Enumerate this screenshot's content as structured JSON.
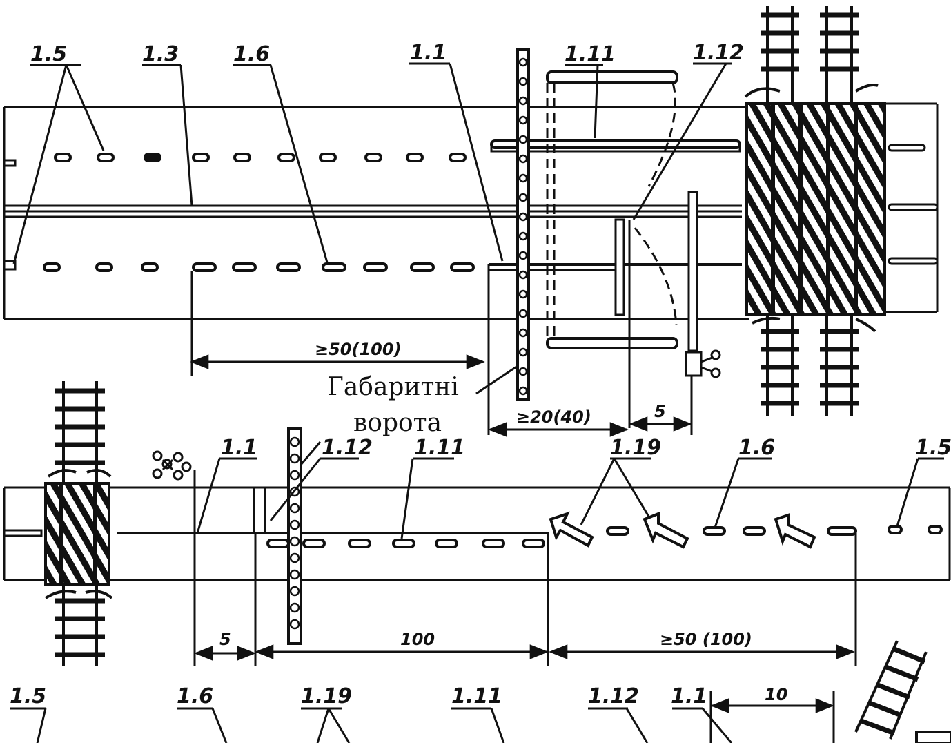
{
  "palette": {
    "ink": "#111111",
    "paper": "#ffffff"
  },
  "top": {
    "labels": [
      "1.5",
      "1.3",
      "1.6",
      "1.1",
      "1.11",
      "1.12"
    ],
    "dims": {
      "left": "≥50(100)",
      "mid": "≥20(40)",
      "small": "5"
    }
  },
  "caption": {
    "line1": "Габаритні",
    "line2": "ворота"
  },
  "middle": {
    "labels": [
      "1.1",
      "1.12",
      "1.11",
      "1.19",
      "1.6",
      "1.5"
    ],
    "dims": {
      "a": "5",
      "b": "100",
      "c": "≥50 (100)"
    }
  },
  "bottom": {
    "labels": [
      "1.5",
      "1.6",
      "1.19",
      "1.11",
      "1.12",
      "1.1"
    ],
    "dims": {
      "a": "10"
    }
  },
  "icons": [
    "railway-track-icon",
    "traffic-light-icon",
    "direction-arrow-icon",
    "gate-icon"
  ]
}
